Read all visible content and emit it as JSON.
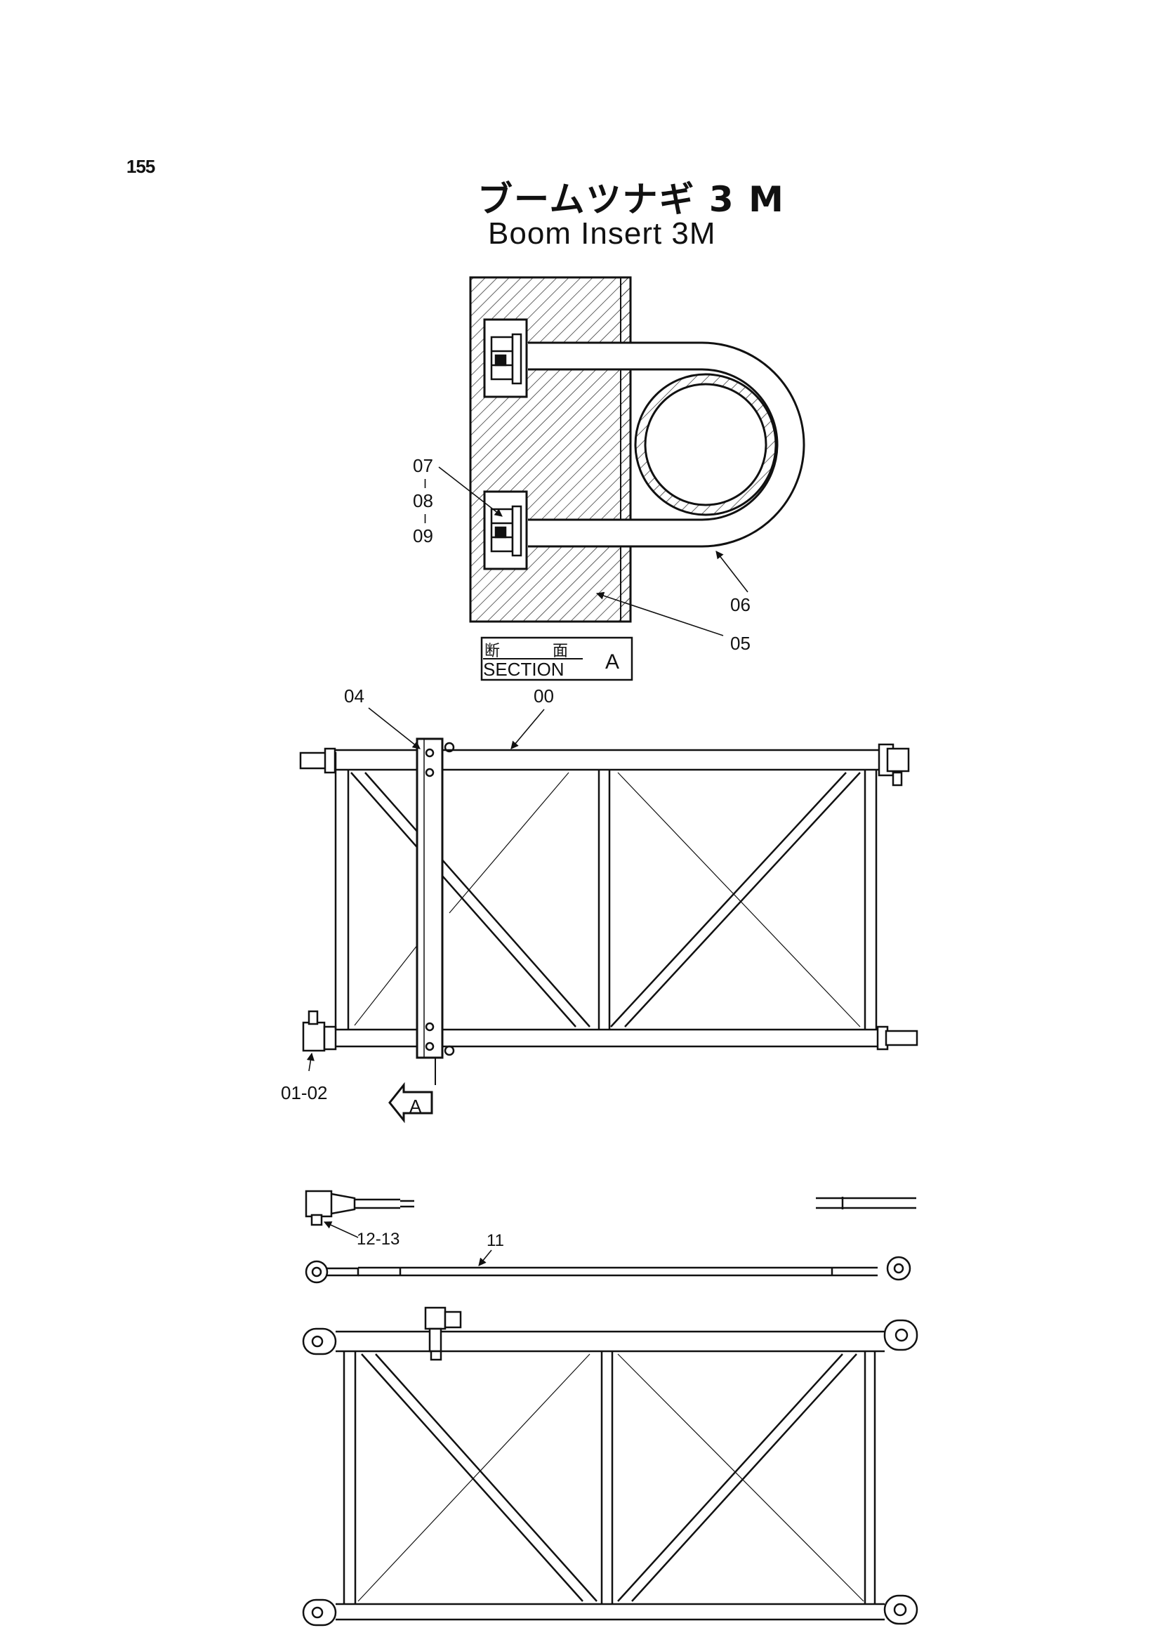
{
  "page": {
    "number": "155"
  },
  "title": {
    "japanese": "ブームツナギ 3 M",
    "english": "Boom Insert 3M"
  },
  "section": {
    "jp_left": "断",
    "jp_right": "面",
    "label": "SECTION",
    "letter": "A"
  },
  "view_arrow": {
    "letter": "A"
  },
  "part_labels": {
    "p07": "07",
    "sep1": "I",
    "p08": "08",
    "sep2": "I",
    "p09": "09",
    "p06": "06",
    "p05": "05",
    "p04": "04",
    "p00": "00",
    "p0102": "01-02",
    "p1213": "12-13",
    "p11": "11"
  }
}
